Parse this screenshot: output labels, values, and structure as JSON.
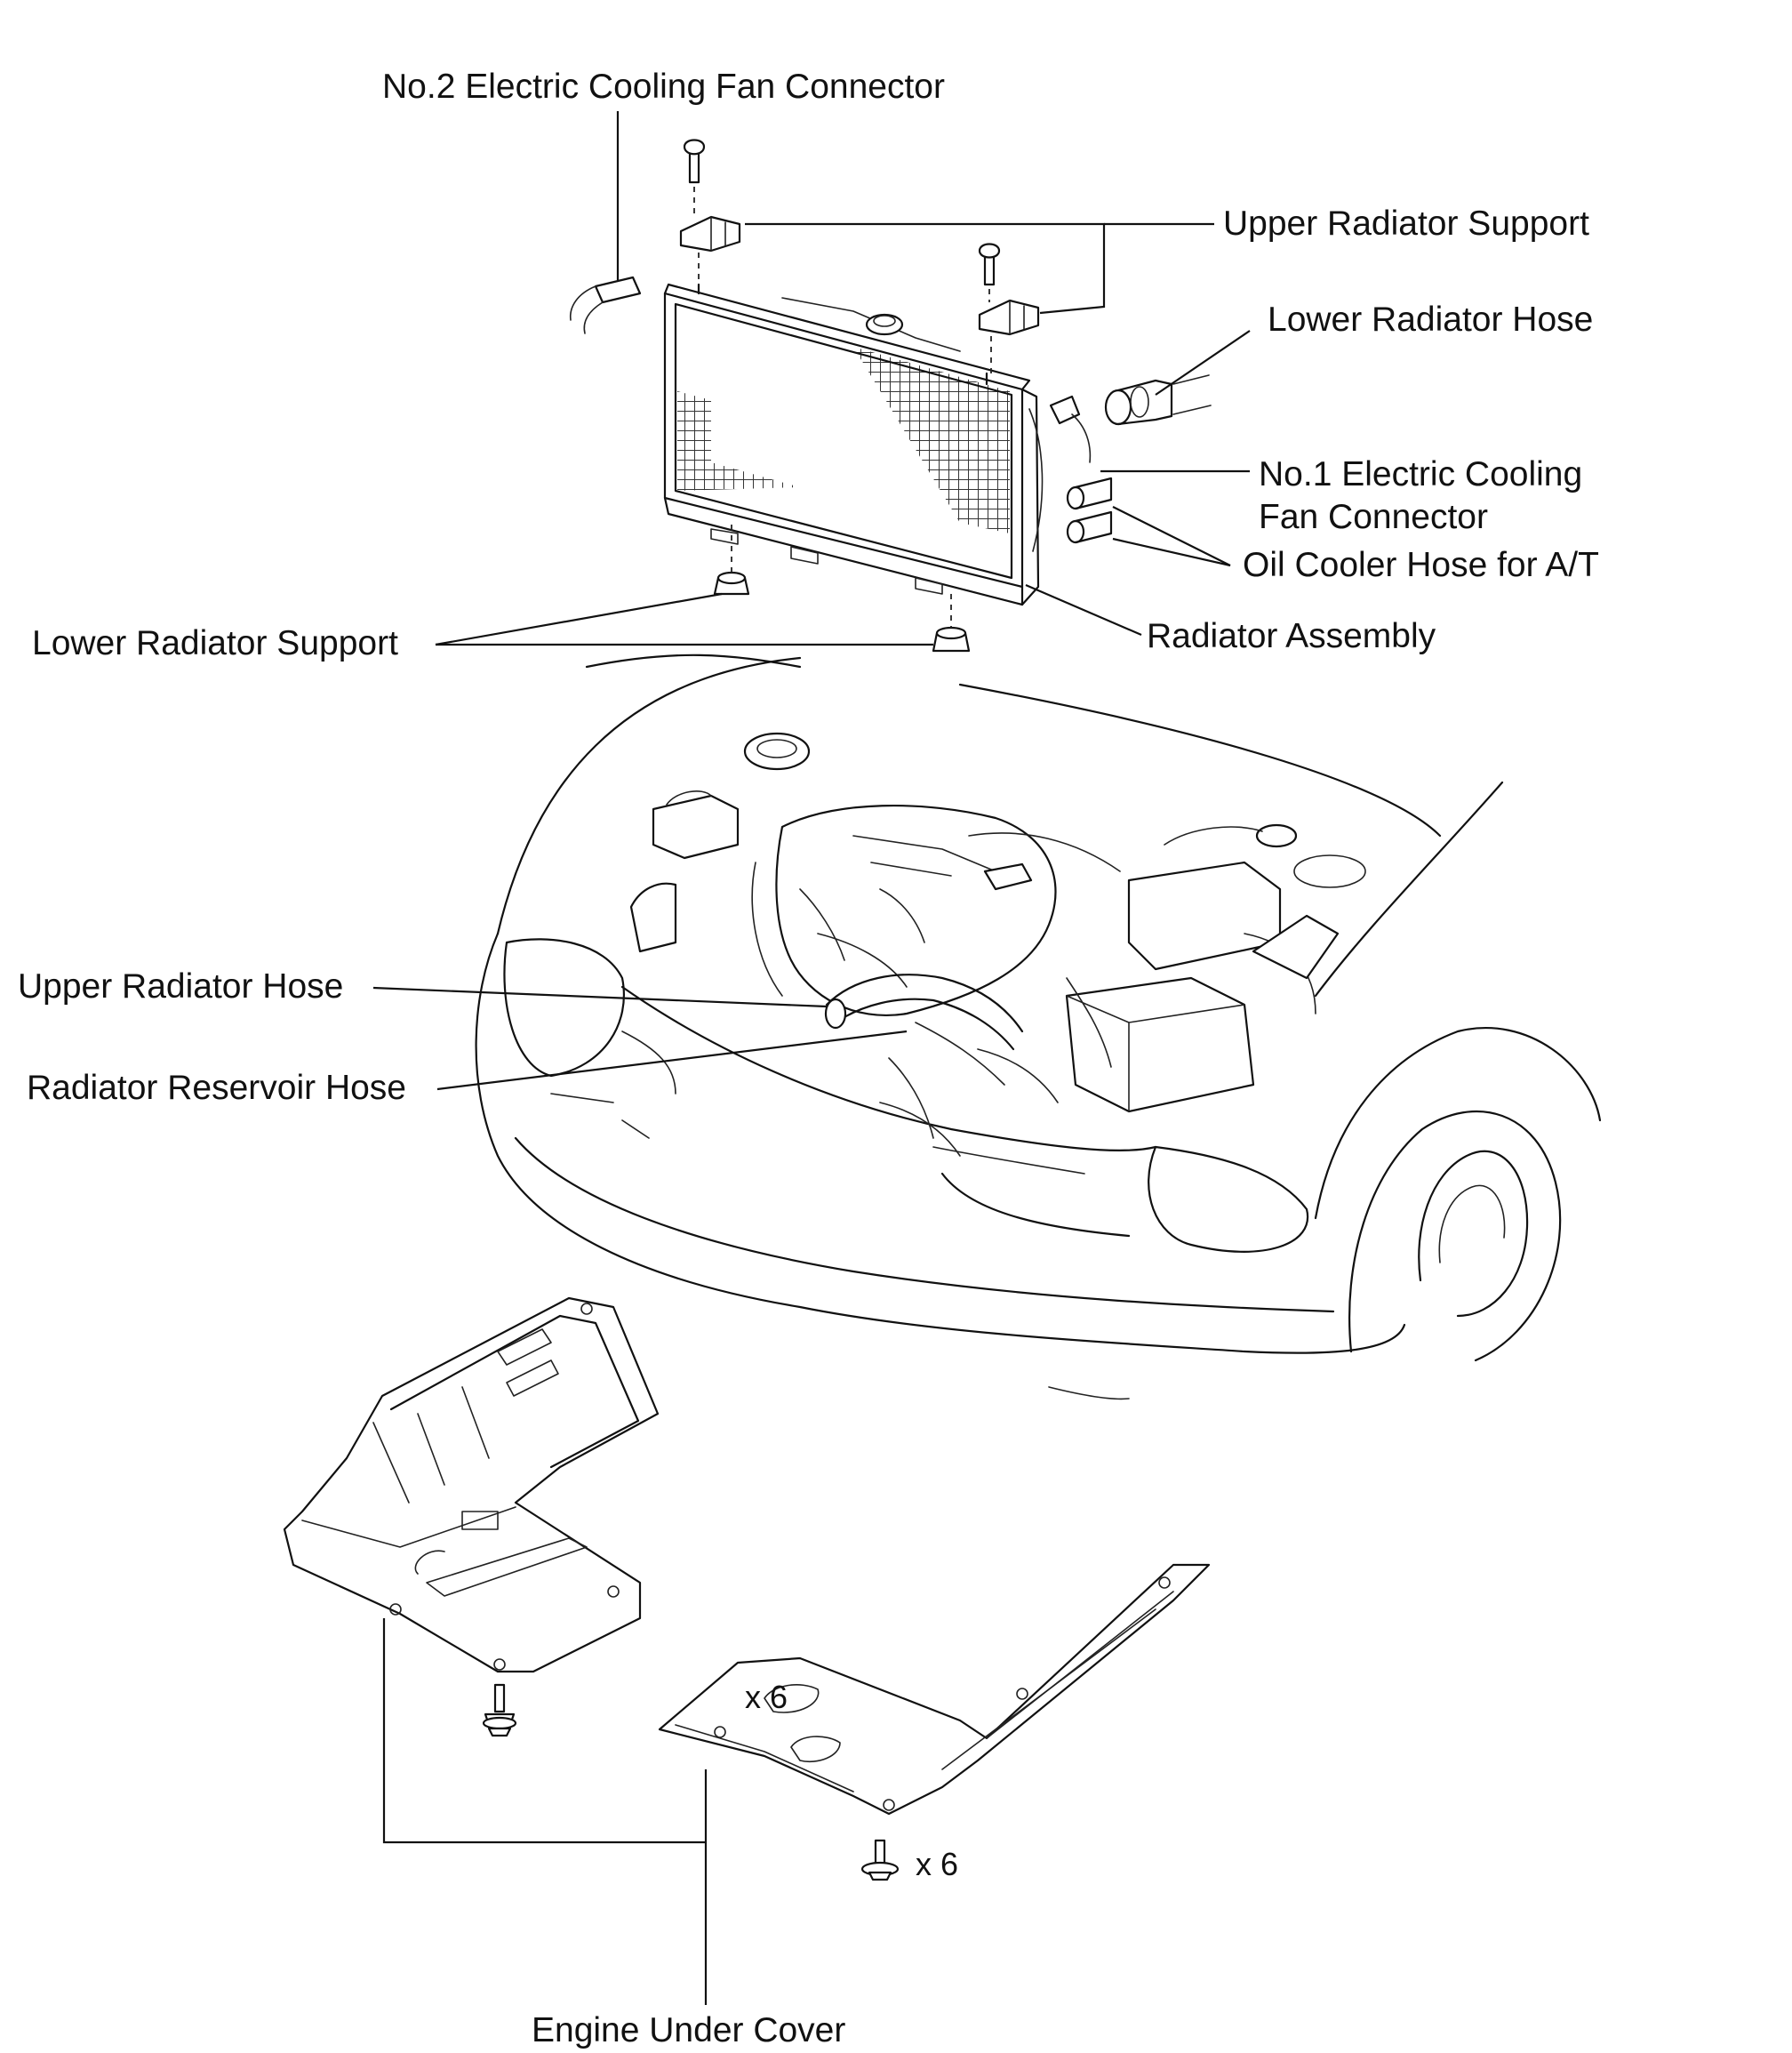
{
  "labels": {
    "no2_fan_connector": "No.2 Electric Cooling Fan Connector",
    "upper_radiator_support": "Upper Radiator Support",
    "lower_radiator_hose": "Lower Radiator Hose",
    "no1_fan_connector_line1": "No.1 Electric Cooling",
    "no1_fan_connector_line2": "Fan Connector",
    "oil_cooler_hose": "Oil Cooler Hose for A/T",
    "lower_radiator_support": "Lower Radiator Support",
    "radiator_assembly": "Radiator Assembly",
    "upper_radiator_hose": "Upper Radiator Hose",
    "radiator_reservoir_hose": "Radiator Reservoir Hose",
    "engine_under_cover": "Engine Under Cover"
  },
  "quantities": {
    "bolts_right_cover": "x 6",
    "bolts_bottom": "x 6"
  },
  "colors": {
    "ink": "#111111",
    "background": "#ffffff"
  }
}
